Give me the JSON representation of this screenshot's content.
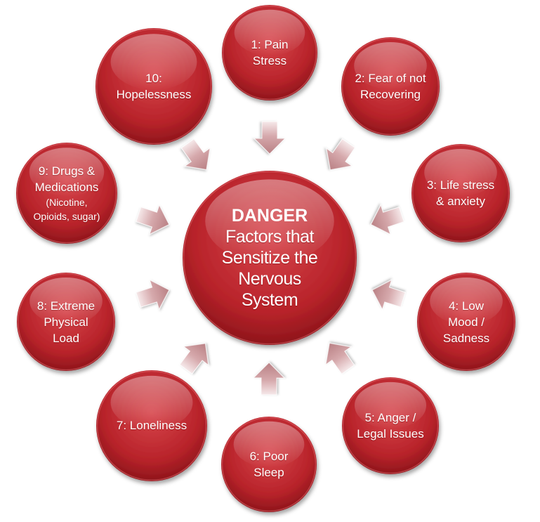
{
  "center": {
    "title": "DANGER",
    "lines": [
      "Factors that",
      "Sensitize the",
      "Nervous",
      "System"
    ]
  },
  "factors": [
    {
      "lines": [
        "1: Pain",
        "Stress"
      ]
    },
    {
      "lines": [
        "2: Fear of not",
        "Recovering"
      ]
    },
    {
      "lines": [
        "3: Life stress",
        "& anxiety"
      ]
    },
    {
      "lines": [
        "4: Low",
        "Mood /",
        "Sadness"
      ]
    },
    {
      "lines": [
        "5: Anger /",
        "Legal Issues"
      ]
    },
    {
      "lines": [
        "6: Poor",
        "Sleep"
      ]
    },
    {
      "lines": [
        "7: Loneliness"
      ]
    },
    {
      "lines": [
        "8: Extreme",
        "Physical",
        "Load"
      ]
    },
    {
      "lines": [
        "9: Drugs &",
        "Medications"
      ],
      "sub_lines": [
        "(Nicotine,",
        "Opioids, sugar)"
      ]
    },
    {
      "lines": [
        "10:",
        "Hopelessness"
      ]
    }
  ],
  "colors": {
    "circle": "#c0272d",
    "circle_dark": "#7e0f14",
    "circle_light": "#e8767a",
    "arrow": "#c9969a",
    "arrow_light": "#f3e3e4",
    "text": "#ffffff"
  },
  "icons": {
    "arrow": "arrow-pointing-to-center-icon"
  }
}
